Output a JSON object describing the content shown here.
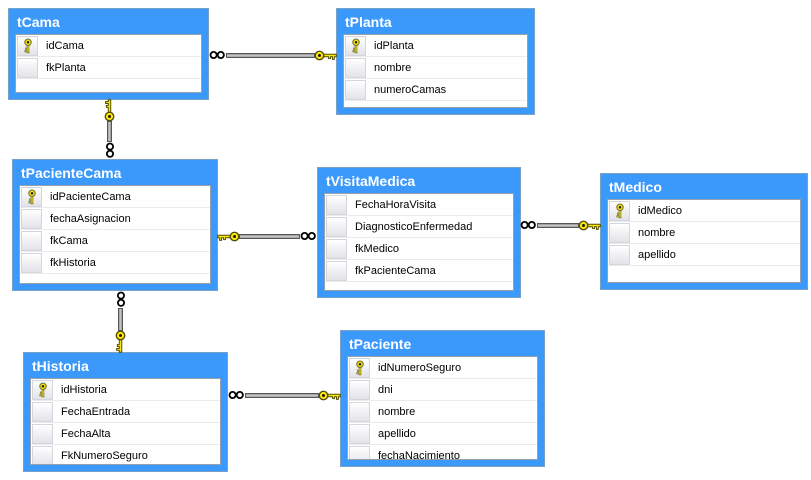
{
  "diagram": {
    "tables": [
      {
        "title": "tCama",
        "columns": [
          {
            "name": "idCama",
            "pk": true
          },
          {
            "name": "fkPlanta",
            "pk": false
          }
        ]
      },
      {
        "title": "tPlanta",
        "columns": [
          {
            "name": "idPlanta",
            "pk": true
          },
          {
            "name": "nombre",
            "pk": false
          },
          {
            "name": "numeroCamas",
            "pk": false
          }
        ]
      },
      {
        "title": "tPacienteCama",
        "columns": [
          {
            "name": "idPacienteCama",
            "pk": true
          },
          {
            "name": "fechaAsignacion",
            "pk": false
          },
          {
            "name": "fkCama",
            "pk": false
          },
          {
            "name": "fkHistoria",
            "pk": false
          }
        ]
      },
      {
        "title": "tVisitaMedica",
        "columns": [
          {
            "name": "FechaHoraVisita",
            "pk": false
          },
          {
            "name": "DiagnosticoEnfermedad",
            "pk": false
          },
          {
            "name": "fkMedico",
            "pk": false
          },
          {
            "name": "fkPacienteCama",
            "pk": false
          }
        ]
      },
      {
        "title": "tMedico",
        "columns": [
          {
            "name": "idMedico",
            "pk": true
          },
          {
            "name": "nombre",
            "pk": false
          },
          {
            "name": "apellido",
            "pk": false
          }
        ]
      },
      {
        "title": "tHistoria",
        "columns": [
          {
            "name": "idHistoria",
            "pk": true
          },
          {
            "name": "FechaEntrada",
            "pk": false
          },
          {
            "name": "FechaAlta",
            "pk": false
          },
          {
            "name": "FkNumeroSeguro",
            "pk": false
          }
        ]
      },
      {
        "title": "tPaciente",
        "columns": [
          {
            "name": "idNumeroSeguro",
            "pk": true
          },
          {
            "name": "dni",
            "pk": false
          },
          {
            "name": "nombre",
            "pk": false
          },
          {
            "name": "apellido",
            "pk": false
          },
          {
            "name": "fechaNacimiento",
            "pk": false
          }
        ]
      }
    ],
    "relationships": [
      {
        "one": "tPlanta",
        "many": "tCama"
      },
      {
        "one": "tCama",
        "many": "tPacienteCama"
      },
      {
        "one": "tPacienteCama",
        "many": "tVisitaMedica"
      },
      {
        "one": "tMedico",
        "many": "tVisitaMedica"
      },
      {
        "one": "tHistoria",
        "many": "tPacienteCama"
      },
      {
        "one": "tPaciente",
        "many": "tHistoria"
      }
    ],
    "colors": {
      "table_frame": "#3b99fc",
      "title_text": "#ffffff",
      "row_text": "#000000",
      "body_background": "#ffffff",
      "key_icon": "#ffe60a",
      "connector_line": "#a8a8a8"
    }
  }
}
